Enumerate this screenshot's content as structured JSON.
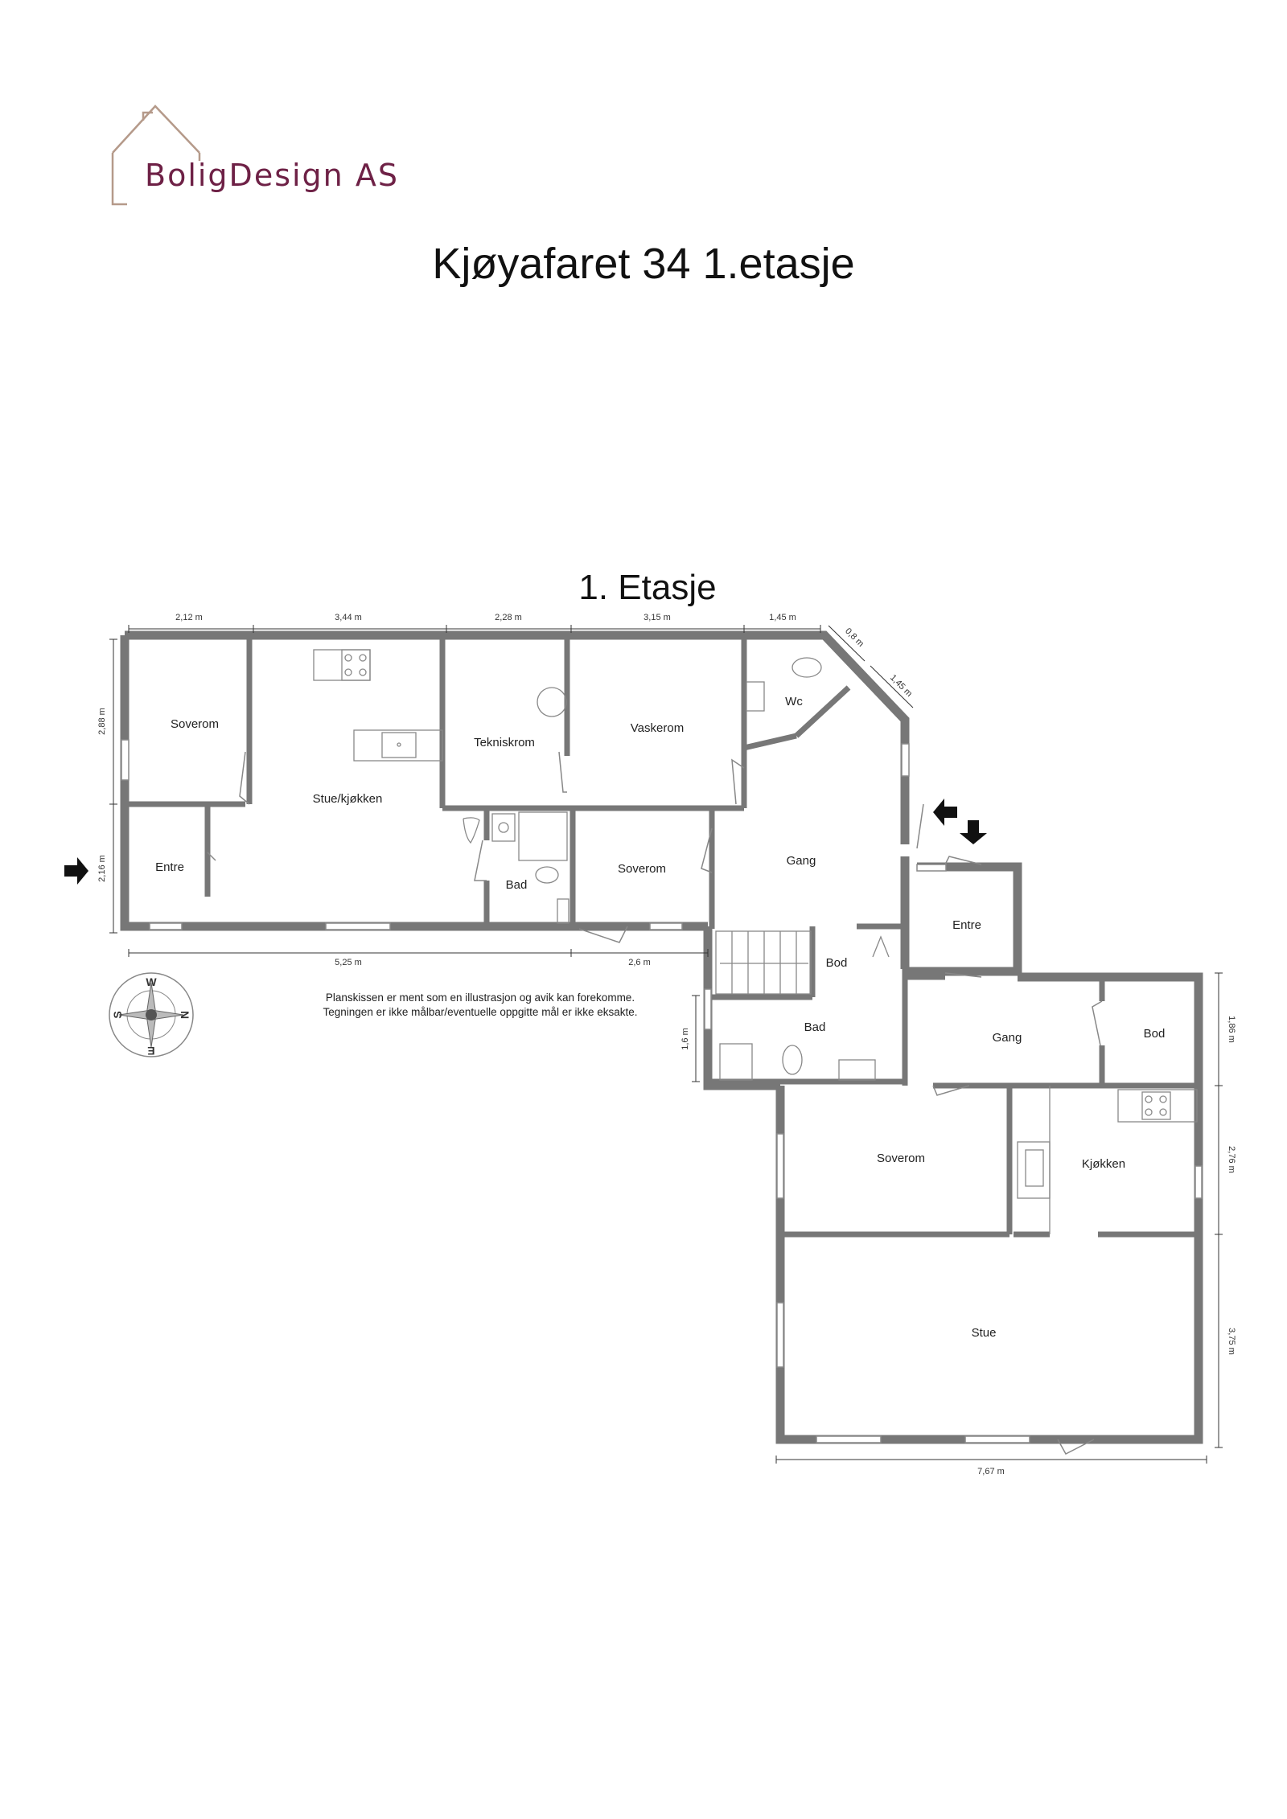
{
  "header": {
    "logo_text": "BoligDesign AS",
    "title": "Kjøyafaret 34 1.etasje"
  },
  "plan": {
    "floor_label": "1. Etasje",
    "rooms": {
      "soverom_nw": "Soverom",
      "stue_kjokken": "Stue/kjøkken",
      "tekniskrom": "Tekniskrom",
      "vaskerom": "Vaskerom",
      "wc": "Wc",
      "entre_w": "Entre",
      "bad_small": "Bad",
      "soverom_mid": "Soverom",
      "gang_mid": "Gang",
      "entre_e": "Entre",
      "bod_stairs": "Bod",
      "bad_lower": "Bad",
      "gang_e": "Gang",
      "bod_e": "Bod",
      "soverom_s": "Soverom",
      "kjokken": "Kjøkken",
      "stue": "Stue"
    },
    "dimensions": {
      "top_1": "2,12 m",
      "top_2": "3,44 m",
      "top_3": "2,28 m",
      "top_4": "3,15 m",
      "top_5": "1,45 m",
      "diag_1": "0,8 m",
      "diag_2": "1,45 m",
      "left_1": "2,88 m",
      "left_2": "2,16 m",
      "bottom_1": "5,25 m",
      "bottom_2": "2,6 m",
      "bad_height": "1,6 m",
      "right_1": "1,86 m",
      "right_2": "2,76 m",
      "right_3": "3,75 m",
      "bottom_wide": "7,67 m"
    },
    "disclaimer_line1": "Planskissen er ment som en illustrasjon og avik kan forekomme.",
    "disclaimer_line2": "Tegningen er ikke målbar/eventuelle oppgitte mål er ikke eksakte.",
    "compass": {
      "n": "N",
      "s": "S",
      "e": "E",
      "w": "W"
    }
  }
}
